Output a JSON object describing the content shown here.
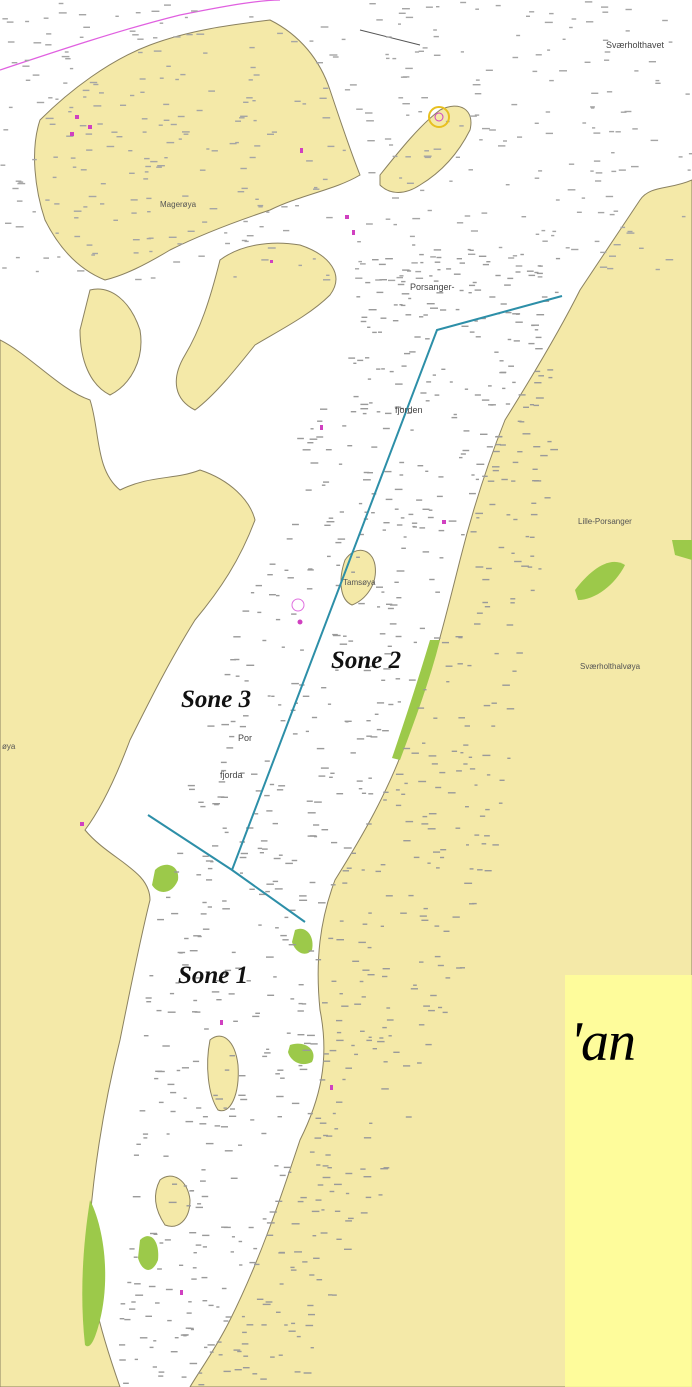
{
  "colors": {
    "land": "#f4e9a8",
    "water": "#ffffff",
    "coast": "#8a8160",
    "boundary": "#2d8fa8",
    "marsh": "#9cc94a",
    "route": "#e060e0",
    "paper": "#ffff99"
  },
  "zones": [
    {
      "label": "Sone 1"
    },
    {
      "label": "Sone 2"
    },
    {
      "label": "Sone 3"
    }
  ],
  "places": {
    "svaerholthavet": "Sværholthavet",
    "porsanger": "Porsanger-",
    "fjorden": "fjorden",
    "por": "Por",
    "fjorda": "fjorda",
    "svaerholthalvoya": "Sværholthalvøya",
    "lille_porsanger": "Lille-Porsanger",
    "mageroya": "Magerøya",
    "tamsoya": "Tamsøya",
    "left_edge": "øya"
  },
  "fragment_text": "'an"
}
